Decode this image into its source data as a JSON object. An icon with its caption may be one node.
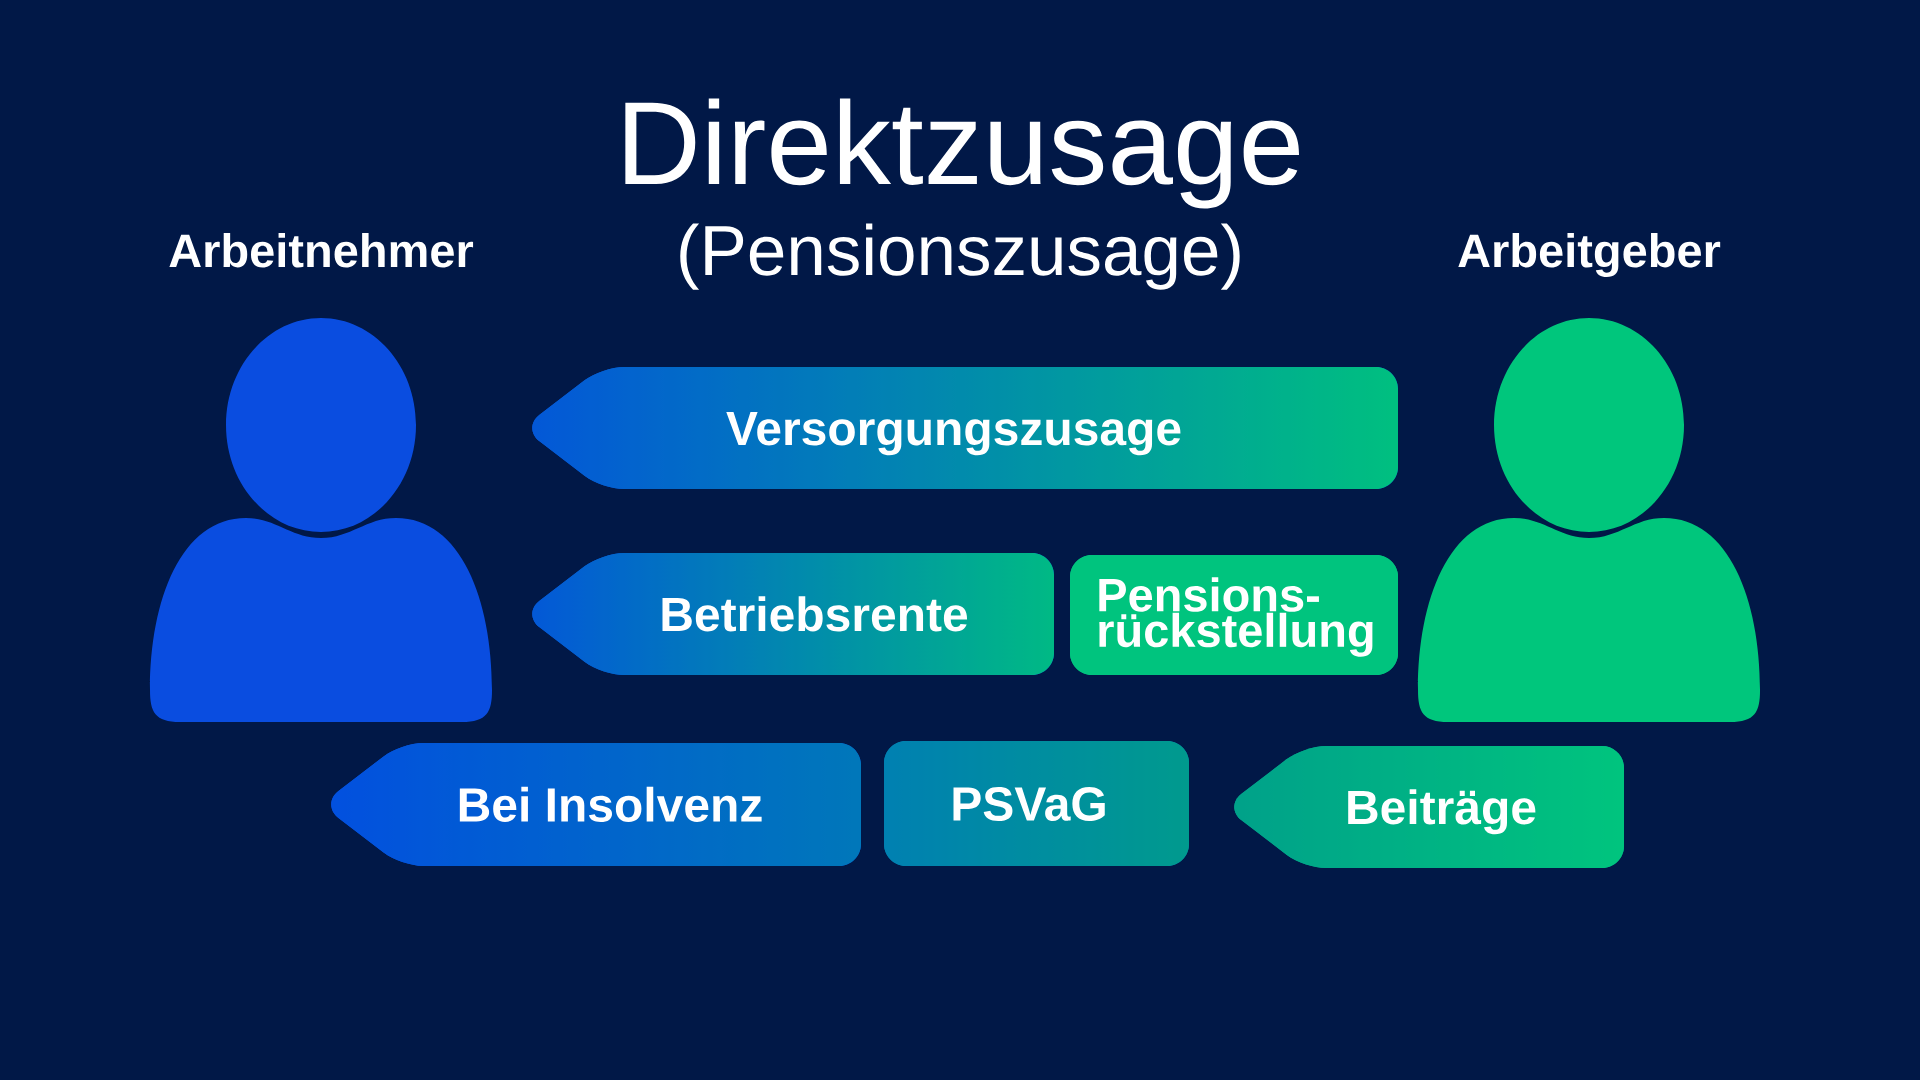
{
  "diagram": {
    "title": "Direktzusage",
    "nodes": [
      {
        "text": [
          "Arbeitnehmer"
        ]
      },
      {
        "text": [
          "Arbeitgeber"
        ]
      },
      {
        "text": [
          "Versorgungszusage"
        ]
      },
      {
        "text": [
          "Betriebsrente"
        ]
      },
      {
        "text": [
          "Pensions- rückstellung"
        ]
      },
      {
        "text": [
          "Bei Insolvenz"
        ]
      },
      {
        "text": [
          "PSVaG"
        ]
      },
      {
        "text": [
          "Beiträge"
        ]
      }
    ],
    "labels": [
      "(Pensionszusage)"
    ]
  }
}
